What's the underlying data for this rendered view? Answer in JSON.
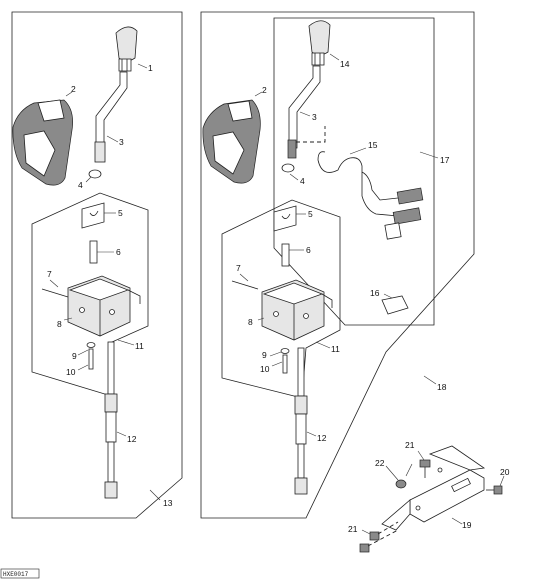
{
  "diagram": {
    "callouts": {
      "n1": "1",
      "n2": "2",
      "n3": "3",
      "n4": "4",
      "n5": "5",
      "n6": "6",
      "n7": "7",
      "n8": "8",
      "n9": "9",
      "n10": "10",
      "n11": "11",
      "n12": "12",
      "n13": "13",
      "n14": "14",
      "n15": "15",
      "n16": "16",
      "n17": "17",
      "n18": "18",
      "n19": "19",
      "n20": "20",
      "n21": "21",
      "n22": "22"
    },
    "reference_id": "HXE0017"
  }
}
